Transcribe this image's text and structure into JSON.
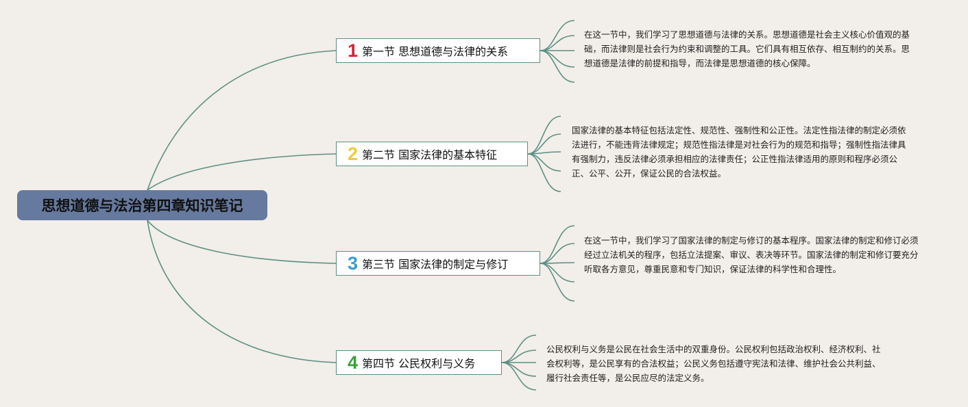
{
  "title": "思想道德与法治第四章知识笔记",
  "colors": {
    "background": "#f2eee9",
    "root_fill": "#66799e",
    "branch_line": "#5c8f84",
    "num_1": "#d9212f",
    "num_2": "#f0c93c",
    "num_3": "#3a9ad9",
    "num_4": "#3aa13a"
  },
  "sections": [
    {
      "num": "1",
      "title": "第一节 思想道德与法律的关系",
      "note": "在这一节中，我们学习了思想道德与法律的关系。思想道德是社会主义核心价值观的基础，而法律则是社会行为约束和调整的工具。它们具有相互依存、相互制约的关系。思想道德是法律的前提和指导，而法律是思想道德的核心保障。"
    },
    {
      "num": "2",
      "title": "第二节 国家法律的基本特征",
      "note": "国家法律的基本特征包括法定性、规范性、强制性和公正性。法定性指法律的制定必须依法进行，不能违背法律规定；规范性指法律是对社会行为的规范和指导；强制性指法律具有强制力，违反法律必须承担相应的法律责任；公正性指法律适用的原则和程序必须公正、公平、公开，保证公民的合法权益。"
    },
    {
      "num": "3",
      "title": "第三节 国家法律的制定与修订",
      "note": "在这一节中，我们学习了国家法律的制定与修订的基本程序。国家法律的制定和修订必须经过立法机关的程序，包括立法提案、审议、表决等环节。国家法律的制定和修订要充分听取各方意见，尊重民意和专门知识，保证法律的科学性和合理性。"
    },
    {
      "num": "4",
      "title": "第四节 公民权利与义务",
      "note": "公民权利与义务是公民在社会生活中的双重身份。公民权利包括政治权利、经济权利、社会权利等，是公民享有的合法权益；公民义务包括遵守宪法和法律、维护社会公共利益、履行社会责任等，是公民应尽的法定义务。"
    }
  ]
}
